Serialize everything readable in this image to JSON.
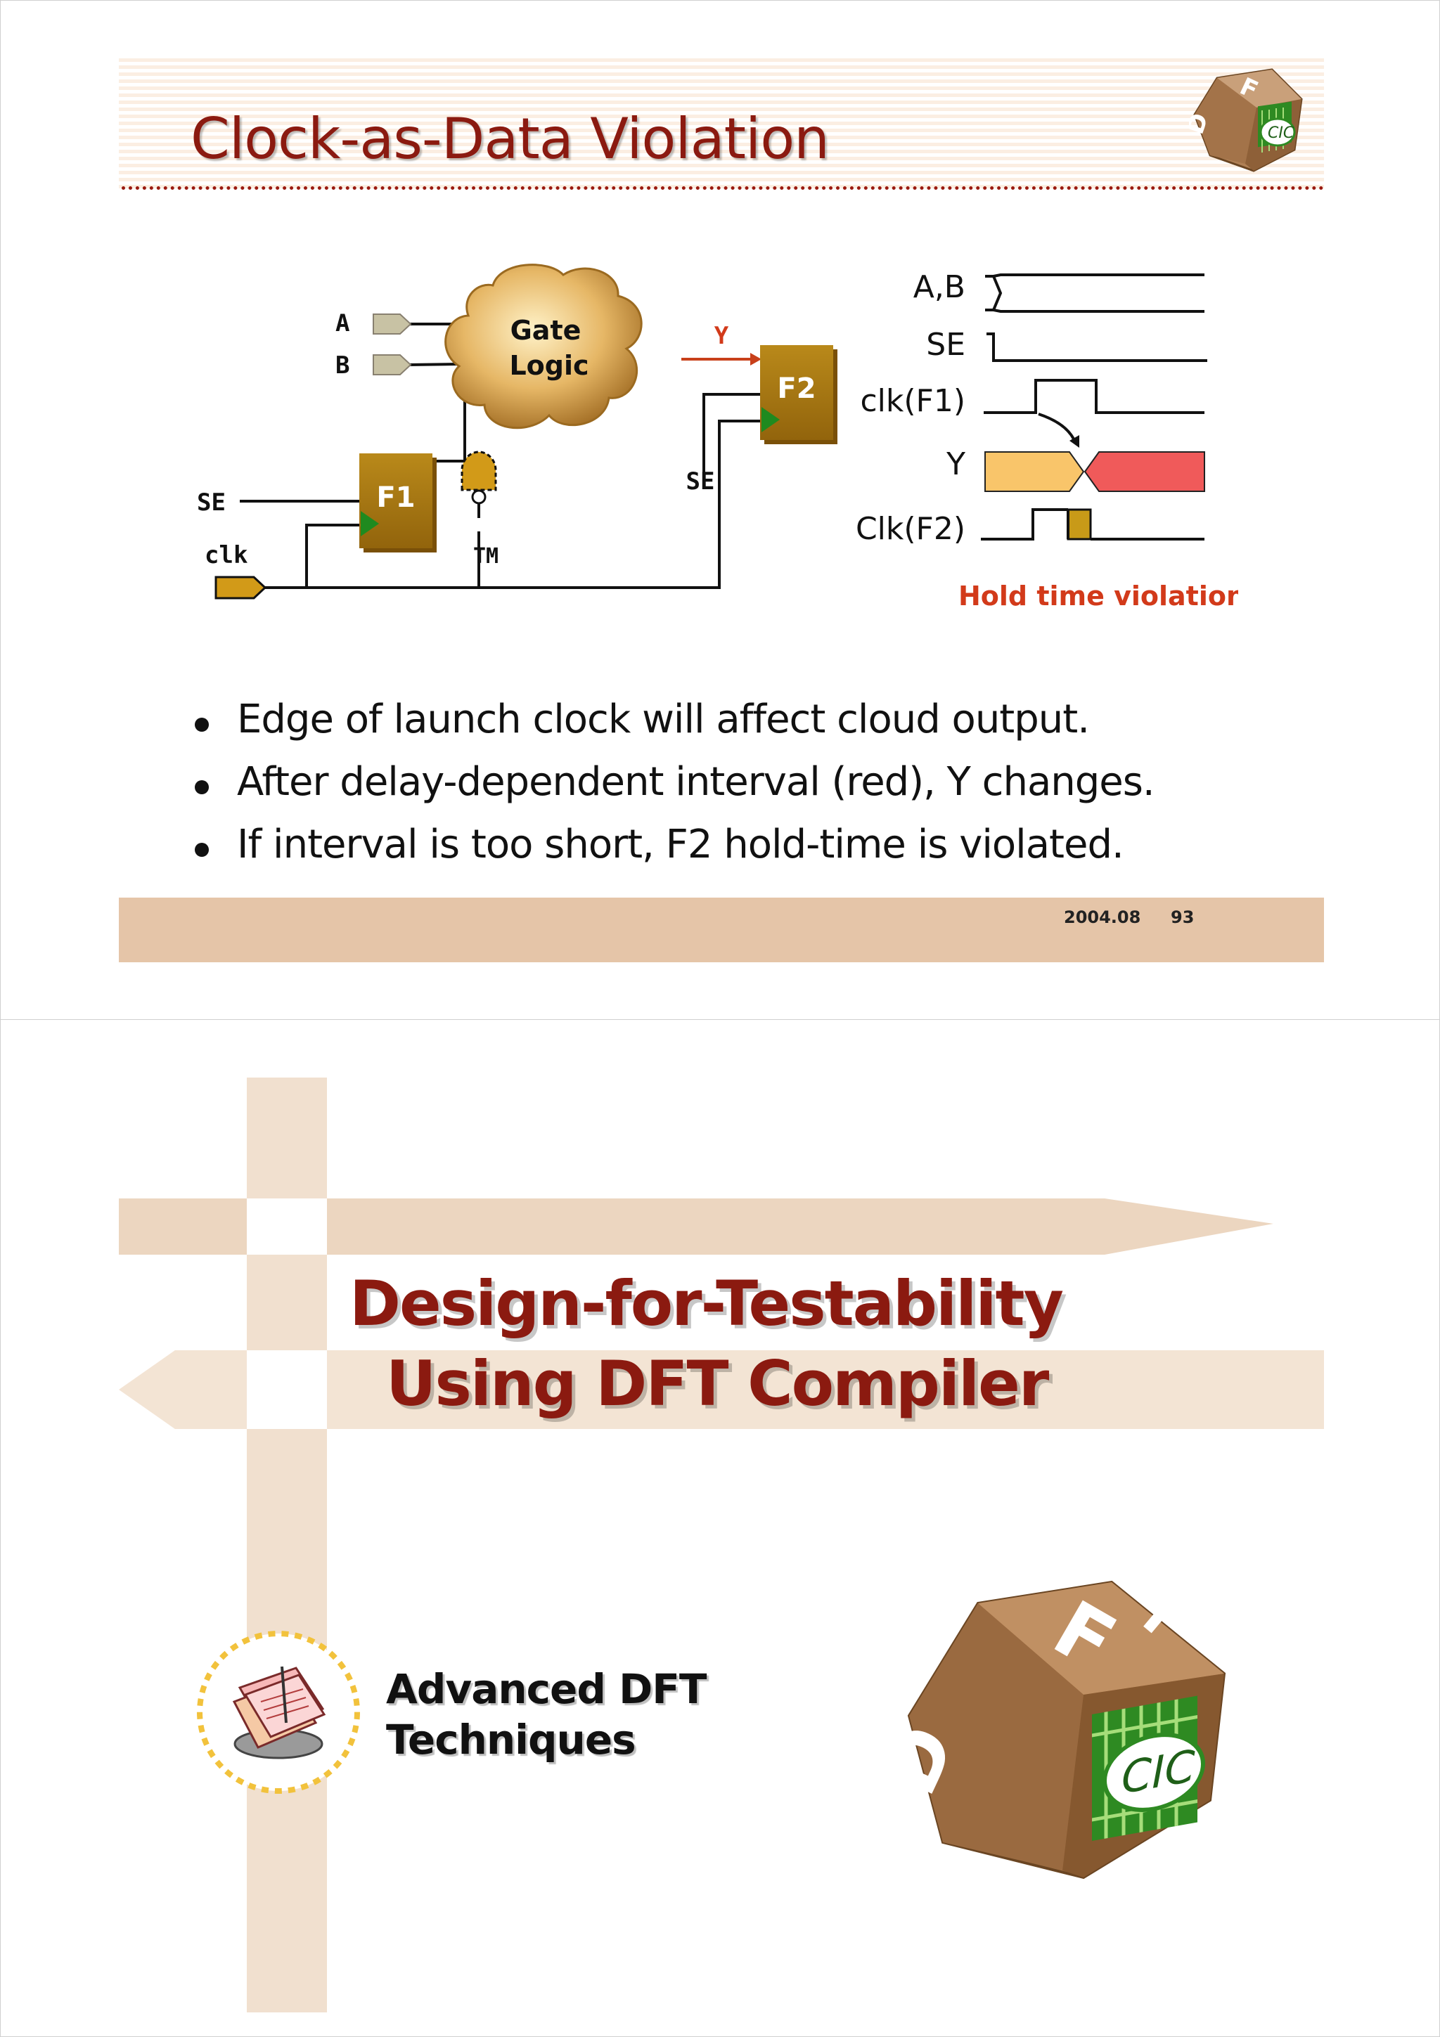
{
  "slide1": {
    "title": "Clock-as-Data Violation",
    "circuit": {
      "input_a": "A",
      "input_b": "B",
      "gate_logic_line1": "Gate",
      "gate_logic_line2": "Logic",
      "output_y": "Y",
      "ff1": "F1",
      "ff2": "F2",
      "se_left": "SE",
      "se_right": "SE",
      "clk": "clk",
      "tm": "TM"
    },
    "timing": {
      "ab": "A,B",
      "se": "SE",
      "clk_f1": "clk(F1)",
      "y": "Y",
      "clk_f2": "Clk(F2)",
      "caption": "Hold time violation"
    },
    "bullets": [
      "Edge of launch clock will affect cloud output.",
      "After delay-dependent interval (red), Y changes.",
      "If interval is too short, F2 hold-time is violated."
    ],
    "footer_date": "2004.08",
    "footer_page": "93",
    "logo_badge": "CIC"
  },
  "slide2": {
    "title_line1": "Design-for-Testability",
    "title_line2": "Using DFT Compiler",
    "subtitle_line1": "Advanced DFT",
    "subtitle_line2": "Techniques",
    "logo_badge": "CIC"
  },
  "colors": {
    "title_red": "#8b1a10",
    "accent_tan": "#e5c5a8",
    "flipflop_gold": "#a97a12",
    "violation_red": "#f05a5a",
    "waveform_yellow": "#f9c56a"
  }
}
